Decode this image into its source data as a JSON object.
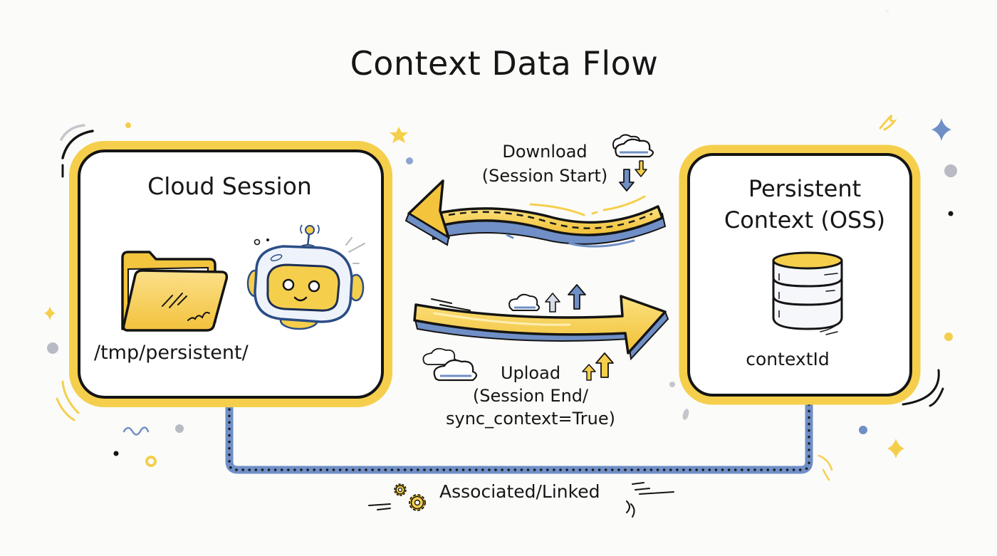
{
  "diagram": {
    "title": "Context Data Flow",
    "nodes": {
      "cloud_session": {
        "label": "Cloud Session",
        "path": "/tmp/persistent/",
        "icons": [
          "folder-icon",
          "robot-icon"
        ]
      },
      "persistent_context": {
        "label_line1": "Persistent",
        "label_line2": "Context (OSS)",
        "id_label": "contextId",
        "icons": [
          "database-icon"
        ]
      }
    },
    "edges": {
      "download": {
        "label_line1": "Download",
        "label_line2": "(Session Start)",
        "direction": "persistent_context -> cloud_session"
      },
      "upload": {
        "label_line1": "Upload",
        "label_line2": "(Session End/",
        "label_line3": "sync_context=True)",
        "direction": "cloud_session -> persistent_context"
      },
      "link": {
        "label": "Associated/Linked",
        "style": "dotted"
      }
    },
    "colors": {
      "accent_yellow": "#f5cf4c",
      "accent_blue": "#6f8fc6",
      "outline": "#141414",
      "muted_gray": "#b8bac4",
      "background": "#fbfbf9"
    }
  }
}
